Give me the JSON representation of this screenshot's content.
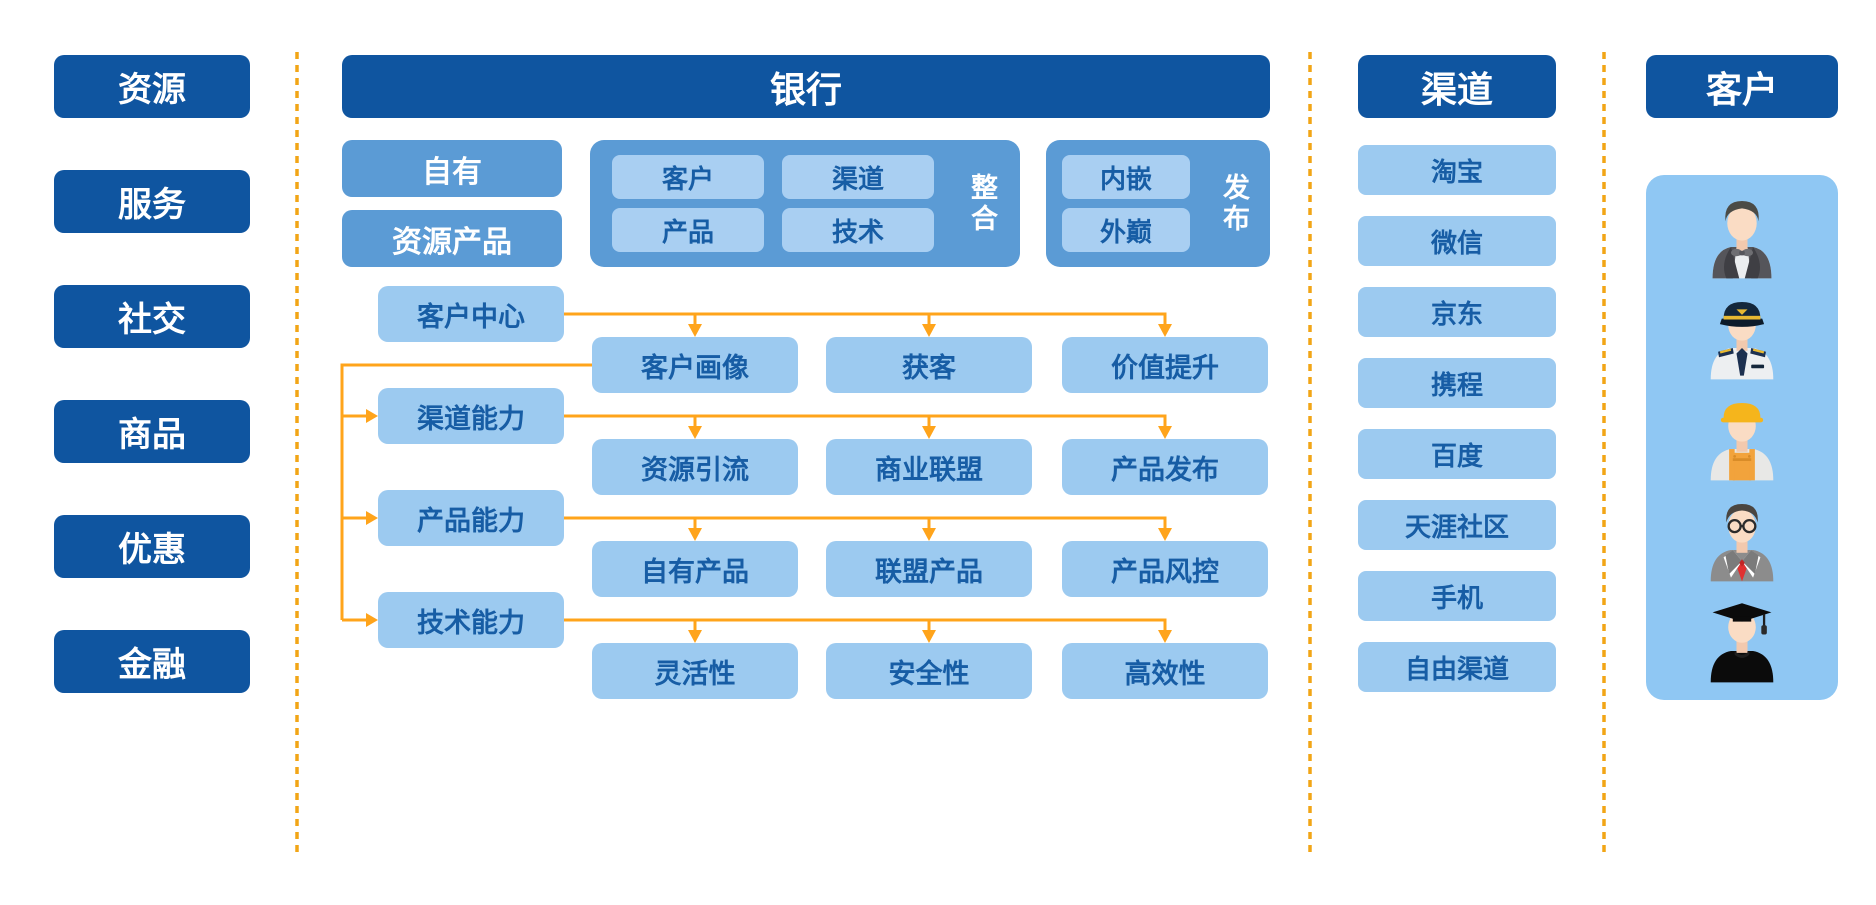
{
  "colors": {
    "dark_blue": "#0F55A0",
    "medium_blue": "#5B9BD5",
    "light_blue": "#9CCAF0",
    "pale_blue": "#A9CFF2",
    "panel_blue": "#8FC7F3",
    "box_text_blue": "#175DA5",
    "arrow_orange": "#FFA41B",
    "divider_orange": "#F2A516"
  },
  "sidebar": {
    "items": [
      "资源",
      "服务",
      "社交",
      "商品",
      "优惠",
      "金融"
    ]
  },
  "bank": {
    "title": "银行",
    "own": [
      "自有",
      "资源产品"
    ],
    "integrate": {
      "label": "整合",
      "items": [
        "客户",
        "渠道",
        "产品",
        "技术"
      ]
    },
    "publish": {
      "label": "发布",
      "items": [
        "内嵌",
        "外巅"
      ]
    },
    "flows": [
      {
        "source": "客户中心",
        "targets": [
          "客户画像",
          "获客",
          "价值提升"
        ]
      },
      {
        "source": "渠道能力",
        "targets": [
          "资源引流",
          "商业联盟",
          "产品发布"
        ]
      },
      {
        "source": "产品能力",
        "targets": [
          "自有产品",
          "联盟产品",
          "产品风控"
        ]
      },
      {
        "source": "技术能力",
        "targets": [
          "灵活性",
          "安全性",
          "高效性"
        ]
      }
    ]
  },
  "channels": {
    "title": "渠道",
    "items": [
      "淘宝",
      "微信",
      "京东",
      "携程",
      "百度",
      "天涯社区",
      "手机",
      "自由渠道"
    ]
  },
  "customers": {
    "title": "客户",
    "avatars": [
      "waiter-avatar-icon",
      "pilot-avatar-icon",
      "construction-worker-avatar-icon",
      "businessman-avatar-icon",
      "graduate-avatar-icon"
    ]
  }
}
